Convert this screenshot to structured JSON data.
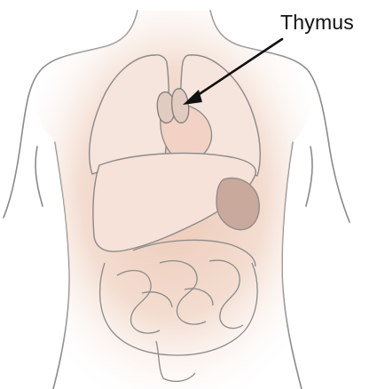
{
  "callout": {
    "label": "Thymus"
  },
  "colors": {
    "background": "#ffffff",
    "skin": "#f3ddd0",
    "skin_glow": "#ecc9b6",
    "outline": "#8a8a8a",
    "organ_fill": "#f1d8cb",
    "stomach_fill": "#c9a99c",
    "thymus_fill": "#e2cbc0",
    "arrow": "#111111"
  },
  "organs": [
    "torso",
    "lungs",
    "thymus",
    "heart",
    "liver",
    "stomach",
    "intestines"
  ]
}
